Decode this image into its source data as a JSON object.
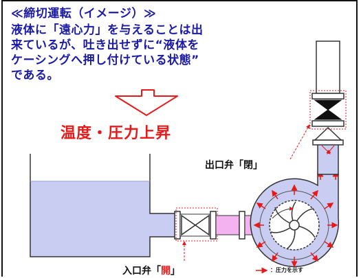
{
  "title_line": "≪締切運転（イメージ）≫",
  "body_lines": [
    "液体に「遠心力」を与えることは出",
    "来ているが、吐き出せずに“液体を",
    "ケーシングへ押し付けている状態”",
    "である。"
  ],
  "status_text": "温度・圧力上昇",
  "outlet_valve": {
    "prefix": "出口弁「",
    "state": "閉",
    "suffix": "」"
  },
  "inlet_valve": {
    "prefix": "入口弁「",
    "state": "開",
    "suffix": "」"
  },
  "legend_text": "：圧力を示す",
  "colors": {
    "text_blue": "#1a1aa6",
    "emphasis_red": "#e51a1a",
    "liquid": "#c9cdf2",
    "pipe_pink": "#f4b3f0"
  }
}
